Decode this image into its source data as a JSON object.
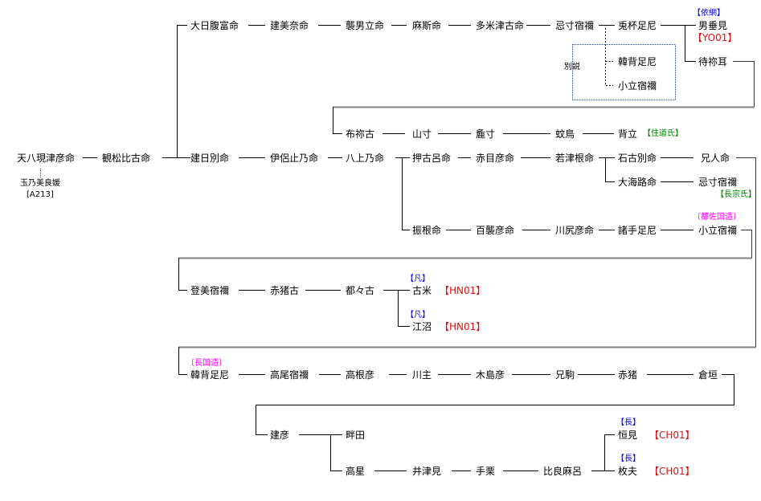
{
  "diagram": {
    "type": "genealogy-tree",
    "colors": {
      "line": "#000000",
      "wrap_line": "#808080",
      "alt_box": "#4a6a9a",
      "tag_blue": "#0000dd",
      "tag_green": "#008000",
      "tag_magenta": "#ff00ff",
      "code_red": "#e01010"
    },
    "nodes": {
      "n1": "天八現津彦命",
      "n1_spouse": "玉乃美良媛",
      "n1_spouse_ref": "[A213]",
      "n2": "観松比古命",
      "a1": "大日腹富命",
      "a2": "建美奈命",
      "a3": "襲男立命",
      "a4": "麻斯命",
      "a5": "多米津古命",
      "a6": "忌寸宿禰",
      "a7": "兎杯足尼",
      "a8": "男垂見",
      "a8_tag": "【依網】",
      "a8_code": "【YO01】",
      "a9": "待祢耳",
      "alt_label": "別説",
      "alt1": "韓背足尼",
      "alt2": "小立宿禰",
      "b1": "布祢古",
      "b2": "山寸",
      "b3": "麁寸",
      "b4": "蚊鳥",
      "b5": "背立",
      "b5_tag": "【住道氏】",
      "c1": "建日別命",
      "c2": "伊侶止乃命",
      "c3": "八上乃命",
      "c4": "押古呂命",
      "c5": "赤目彦命",
      "c6": "若津根命",
      "c7": "石古別命",
      "c8": "兄人命",
      "c9": "大海路命",
      "c10": "忌寸宿禰",
      "c10_tag": "【長宗氏】",
      "d1": "振根命",
      "d2": "百襲彦命",
      "d3": "川尻彦命",
      "d4": "諸手足尼",
      "d5": "小立宿禰",
      "d5_tag": "〔都佐国造〕",
      "e1": "登美宿禰",
      "e2": "赤猪古",
      "e3": "都々古",
      "e4": "古米",
      "e4_tag": "【凡】",
      "e4_code": "【HN01】",
      "e5": "江沼",
      "e5_tag": "【凡】",
      "e5_code": "【HN01】",
      "f1": "韓背足尼",
      "f1_tag": "〔長国造〕",
      "f2": "高尾宿禰",
      "f3": "高根彦",
      "f4": "川主",
      "f5": "木島彦",
      "f6": "兄駒",
      "f7": "赤猪",
      "f8": "倉垣",
      "g1": "建彦",
      "g2": "畔田",
      "g3": "高星",
      "g4": "井津見",
      "g5": "手栗",
      "g6": "比良麻呂",
      "g7": "恒見",
      "g7_tag": "【長】",
      "g7_code": "【CH01】",
      "g8": "枚夫",
      "g8_tag": "【長】",
      "g8_code": "【CH01】"
    }
  }
}
